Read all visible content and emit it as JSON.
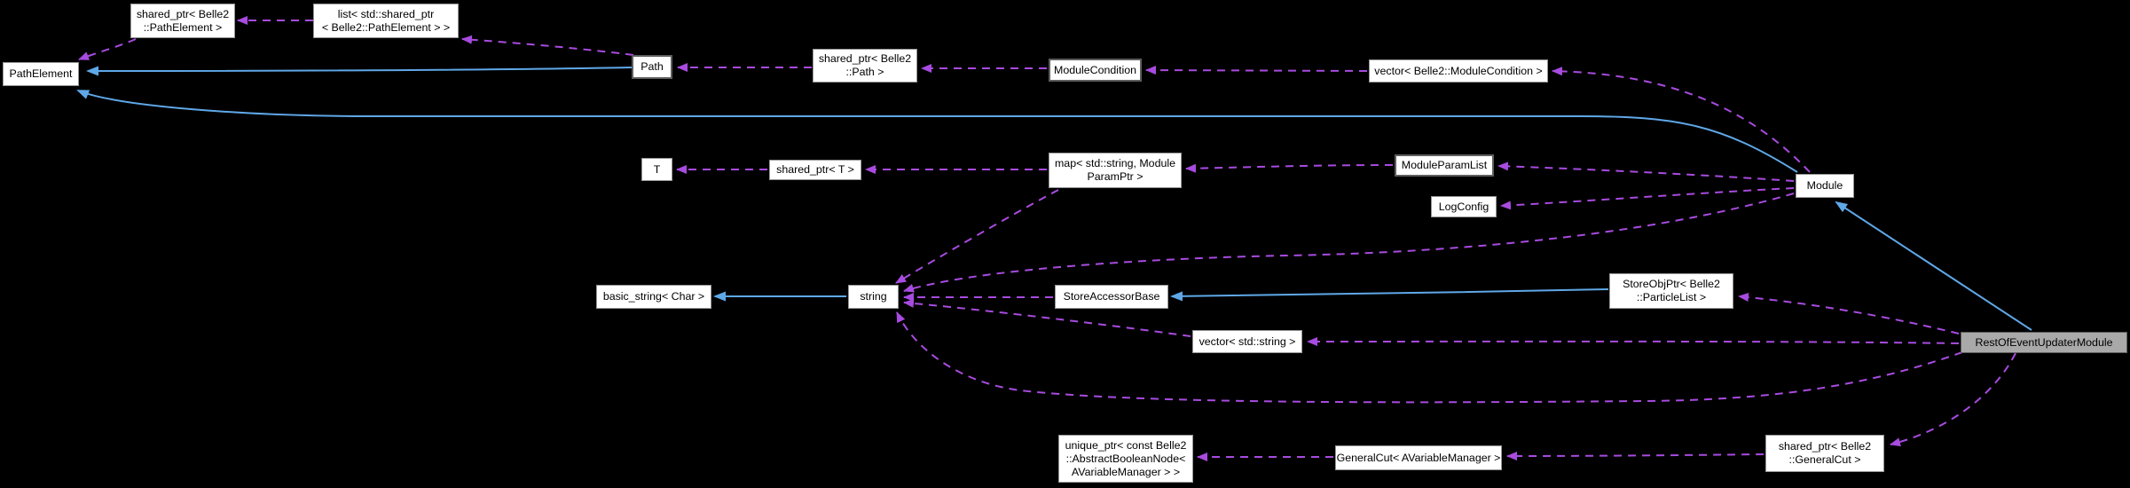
{
  "diagram": {
    "type": "collaboration-graph",
    "highlighted_node": "RestOfEventUpdaterModule",
    "colors": {
      "background": "#000000",
      "node_fill": "#ffffff",
      "node_border": "#969696",
      "node_border_strong": "#5e5e5e",
      "highlight_fill": "#a9a9a9",
      "text": "#000000",
      "inheritance_edge": "#5fa8e8",
      "usage_edge": "#a84be0"
    },
    "nodes": [
      {
        "id": "path-element",
        "label": "PathElement"
      },
      {
        "id": "shared-ptr-path-element",
        "label": "shared_ptr< Belle2\n::PathElement >"
      },
      {
        "id": "list-shared-ptr-path-element",
        "label": "list< std::shared_ptr\n< Belle2::PathElement > >"
      },
      {
        "id": "path",
        "label": "Path"
      },
      {
        "id": "shared-ptr-path",
        "label": "shared_ptr< Belle2\n::Path >"
      },
      {
        "id": "module-condition",
        "label": "ModuleCondition"
      },
      {
        "id": "vector-module-condition",
        "label": "vector< Belle2::ModuleCondition >"
      },
      {
        "id": "t",
        "label": "T"
      },
      {
        "id": "shared-ptr-t",
        "label": "shared_ptr< T >"
      },
      {
        "id": "map-module-param",
        "label": "map< std::string, Module\nParamPtr >"
      },
      {
        "id": "module-param-list",
        "label": "ModuleParamList"
      },
      {
        "id": "log-config",
        "label": "LogConfig"
      },
      {
        "id": "module",
        "label": "Module"
      },
      {
        "id": "basic-string",
        "label": "basic_string< Char >"
      },
      {
        "id": "string",
        "label": "string"
      },
      {
        "id": "store-accessor-base",
        "label": "StoreAccessorBase"
      },
      {
        "id": "vector-string",
        "label": "vector< std::string >"
      },
      {
        "id": "store-obj-ptr",
        "label": "StoreObjPtr< Belle2\n::ParticleList >"
      },
      {
        "id": "rest-of-event-updater-module",
        "label": "RestOfEventUpdaterModule",
        "highlighted": true
      },
      {
        "id": "unique-ptr-abstract-boolean-node",
        "label": "unique_ptr< const Belle2\n::AbstractBooleanNode<\nAVariableManager > >"
      },
      {
        "id": "general-cut",
        "label": "GeneralCut< AVariableManager >"
      },
      {
        "id": "shared-ptr-general-cut",
        "label": "shared_ptr< Belle2\n::GeneralCut >"
      }
    ],
    "edges": [
      {
        "from": "path",
        "to": "path-element",
        "type": "inheritance"
      },
      {
        "from": "module",
        "to": "path-element",
        "type": "inheritance"
      },
      {
        "from": "string",
        "to": "basic-string",
        "type": "inheritance"
      },
      {
        "from": "store-obj-ptr",
        "to": "store-accessor-base",
        "type": "inheritance"
      },
      {
        "from": "rest-of-event-updater-module",
        "to": "module",
        "type": "inheritance"
      },
      {
        "from": "shared-ptr-path-element",
        "to": "path-element",
        "type": "usage"
      },
      {
        "from": "list-shared-ptr-path-element",
        "to": "shared-ptr-path-element",
        "type": "usage"
      },
      {
        "from": "path",
        "to": "list-shared-ptr-path-element",
        "type": "usage"
      },
      {
        "from": "shared-ptr-path",
        "to": "path",
        "type": "usage"
      },
      {
        "from": "module-condition",
        "to": "shared-ptr-path",
        "type": "usage"
      },
      {
        "from": "vector-module-condition",
        "to": "module-condition",
        "type": "usage"
      },
      {
        "from": "module",
        "to": "vector-module-condition",
        "type": "usage"
      },
      {
        "from": "shared-ptr-t",
        "to": "t",
        "type": "usage"
      },
      {
        "from": "map-module-param",
        "to": "shared-ptr-t",
        "type": "usage"
      },
      {
        "from": "module-param-list",
        "to": "map-module-param",
        "type": "usage"
      },
      {
        "from": "map-module-param",
        "to": "string",
        "type": "usage"
      },
      {
        "from": "module",
        "to": "module-param-list",
        "type": "usage"
      },
      {
        "from": "module",
        "to": "log-config",
        "type": "usage"
      },
      {
        "from": "module",
        "to": "string",
        "type": "usage"
      },
      {
        "from": "store-accessor-base",
        "to": "string",
        "type": "usage"
      },
      {
        "from": "vector-string",
        "to": "string",
        "type": "usage"
      },
      {
        "from": "rest-of-event-updater-module",
        "to": "store-obj-ptr",
        "type": "usage"
      },
      {
        "from": "rest-of-event-updater-module",
        "to": "vector-string",
        "type": "usage"
      },
      {
        "from": "rest-of-event-updater-module",
        "to": "string",
        "type": "usage"
      },
      {
        "from": "rest-of-event-updater-module",
        "to": "shared-ptr-general-cut",
        "type": "usage"
      },
      {
        "from": "shared-ptr-general-cut",
        "to": "general-cut",
        "type": "usage"
      },
      {
        "from": "general-cut",
        "to": "unique-ptr-abstract-boolean-node",
        "type": "usage"
      }
    ]
  }
}
